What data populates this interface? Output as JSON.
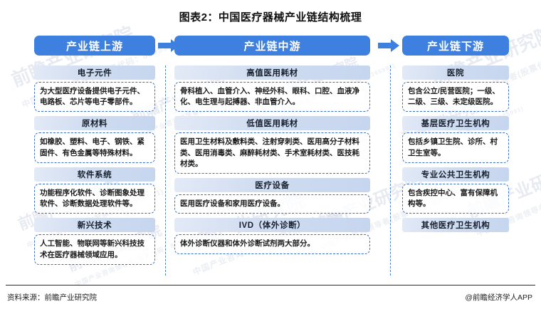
{
  "title": "图表2：中国医疗器械产业链结构梳理",
  "colors": {
    "banner_blue": "#3d80e0",
    "arrow_blue": "#3d80e0",
    "head_blue": "#cfdcf0",
    "dash_border": "#3a6fc4",
    "separator": "#4a7fd4",
    "text_dark": "#1a1a1a"
  },
  "banners": [
    {
      "label": "产业链上游",
      "name": "banner-upstream"
    },
    {
      "label": "产业链中游",
      "name": "banner-midstream"
    },
    {
      "label": "产业链下游",
      "name": "banner-downstream"
    }
  ],
  "arrows": [
    {
      "name": "arrow-upstream-to-midstream"
    },
    {
      "name": "arrow-midstream-to-downstream"
    }
  ],
  "columns": {
    "upstream": {
      "blocks": [
        {
          "head": "电子元件",
          "body": "为大型医疗设备提供电子元件、电路板、芯片等电子零部件。"
        },
        {
          "head": "原材料",
          "body": "如橡胶、塑料、电子、钢铁、紧固件、有色金属等特殊材料。"
        },
        {
          "head": "软件系统",
          "body": "功能程序化软件、诊断图象处理软件、诊断数据处理软件等。"
        },
        {
          "head": "新兴技术",
          "body": "人工智能、物联网等新兴科技技术在医疗器械领域应用。"
        }
      ]
    },
    "midstream": {
      "blocks": [
        {
          "head": "高值医用耗材",
          "body": "骨科植入、血管介入、神经外科、眼科、口腔、血液净化、电生理与起搏器、非血管介入。"
        },
        {
          "head": "低值医用耗材",
          "body": "医用卫生材料及敷料类、注射穿刺类、医用高分子材料类、医用消毒类、麻醉耗材类、手术室耗材类、医技耗材类。"
        },
        {
          "head": "医疗设备",
          "body": "医用医疗设备和家用医疗设备。"
        },
        {
          "head": "IVD（体外诊断）",
          "body": "体外诊断仪器和体外诊断试剂两大部分。"
        }
      ]
    },
    "downstream": {
      "blocks": [
        {
          "head": "医院",
          "body": "包含公立/民营医院；一级、二级、三级、未定级医院。"
        },
        {
          "head": "基层医疗卫生机构",
          "body": "包括乡镇卫生院、诊所、村卫生室等。"
        },
        {
          "head": "专业公共卫生机构",
          "body": "包含疾控中心、富有保障机构等。"
        },
        {
          "head": "其他医疗卫生机构",
          "body": ""
        }
      ]
    }
  },
  "footer": {
    "source": "资料来源：前瞻产业研究院",
    "app": "@前瞻经济学人APP"
  },
  "watermark": {
    "main": "前瞻产业研究院",
    "sub": "中国产业咨询领导者(股票代码：8395991)"
  }
}
